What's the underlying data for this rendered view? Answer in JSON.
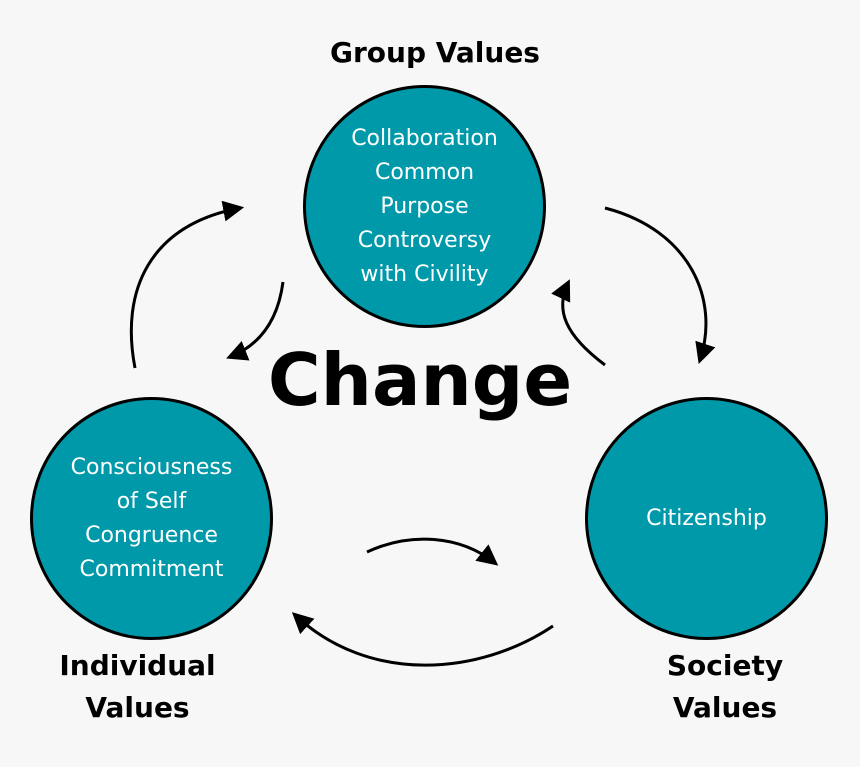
{
  "colors": {
    "circle_fill": "#0099aa",
    "circle_stroke": "#000000",
    "text": "#ffffff",
    "background": "#f7f7f7"
  },
  "center_label": "Change",
  "group": {
    "heading": "Group Values",
    "items": [
      "Collaboration",
      "Common",
      "Purpose",
      "Controversy",
      "with Civility"
    ]
  },
  "individual": {
    "heading_line1": "Individual",
    "heading_line2": "Values",
    "items": [
      "Consciousness",
      "of Self",
      "Congruence",
      "Commitment"
    ]
  },
  "society": {
    "heading_line1": "Society",
    "heading_line2": "Values",
    "items": [
      "Citizenship"
    ]
  }
}
